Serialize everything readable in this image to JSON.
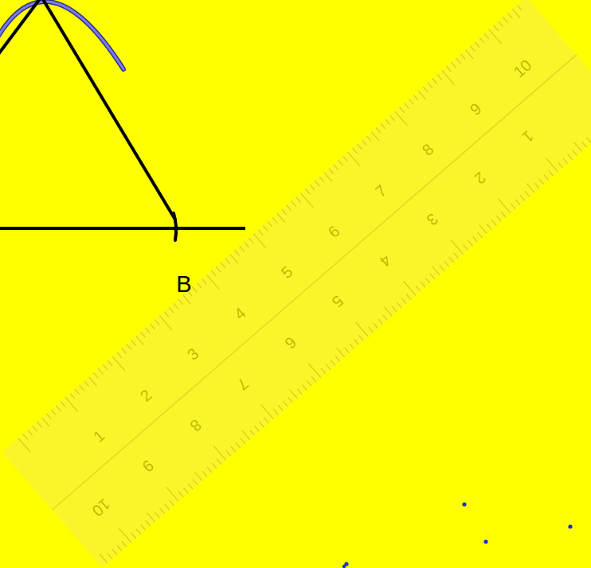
{
  "diagram": {
    "labels": [
      "B",
      "1",
      "2",
      "3",
      "4",
      "5",
      "6",
      "7",
      "8",
      "9",
      "10",
      "1",
      "2",
      "3",
      "4",
      "5",
      "6",
      "7",
      "8",
      "9",
      "10"
    ]
  }
}
